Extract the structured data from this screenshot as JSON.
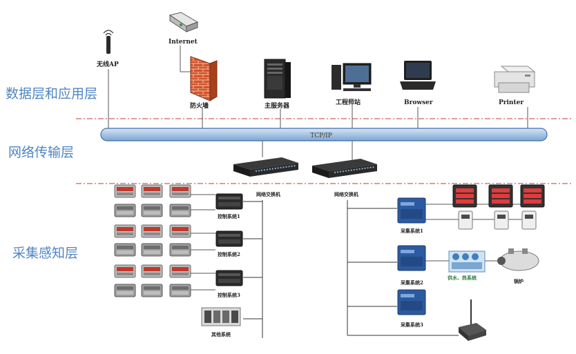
{
  "layers": {
    "data_app": "数据层和应用层",
    "network": "网络传输层",
    "sensing": "采集感知层"
  },
  "bus": {
    "label": "TCP/IP"
  },
  "top_nodes": {
    "wifi": "无线AP",
    "internet": "Internet",
    "firewall": "防火墙",
    "main_server": "主服务器",
    "workstation": "工程师站",
    "browser": "Browser",
    "printer": "Printer"
  },
  "switches": [
    "网络交换机",
    "网络交换机"
  ],
  "control_systems": [
    "控制系统1",
    "控制系统2",
    "控制系统3"
  ],
  "other_system": "其他系统",
  "collection_systems": [
    "采集系统1",
    "采集系统2",
    "采集系统3"
  ],
  "equipment": {
    "water_heat": "供水、热系统",
    "boiler": "锅炉"
  },
  "colors": {
    "layer_text": "#4f84c4",
    "divider": "#c0392b",
    "bus_fill": "#a9c4e4",
    "bus_stroke": "#3d6fa8",
    "firewall": "#d2542c",
    "device_blue": "#2c5aa0"
  }
}
